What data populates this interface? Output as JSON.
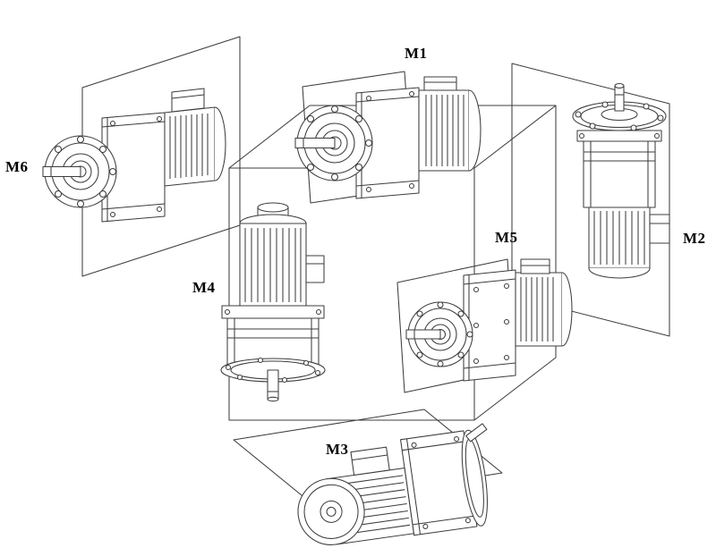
{
  "labels": {
    "m1": "M1",
    "m2": "M2",
    "m3": "M3",
    "m4": "M4",
    "m5": "M5",
    "m6": "M6"
  },
  "colors": {
    "line": "#3d3d3d",
    "background": "#ffffff",
    "label_text": "#000000"
  }
}
